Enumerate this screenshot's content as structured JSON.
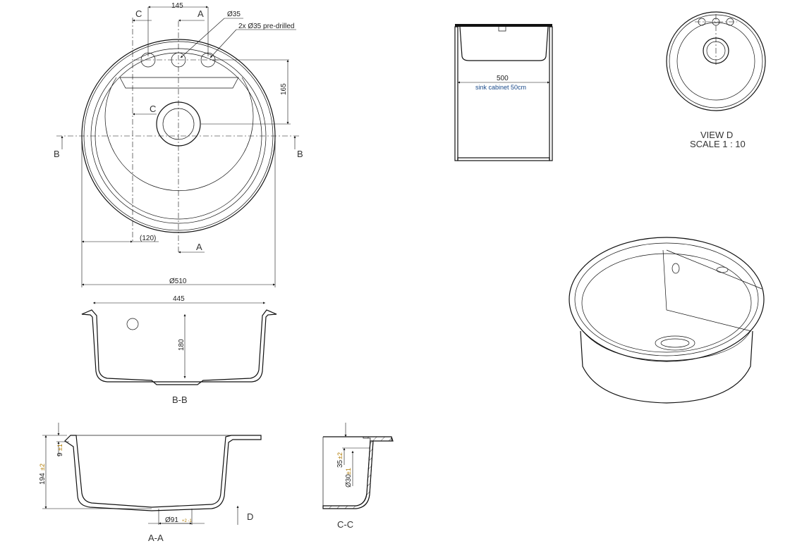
{
  "plan_view": {
    "section_c_label_top": "C",
    "dim_145": "145",
    "section_a_label_top": "A",
    "hole_dia": "Ø35",
    "predrilled_note": "2x Ø35 pre-drilled",
    "dim_165": "165",
    "section_c_label_mid": "C",
    "section_b_left": "B",
    "section_b_right": "B",
    "dim_120": "(120)",
    "section_a_label_bottom": "A",
    "dim_510": "Ø510"
  },
  "section_bb": {
    "dim_445": "445",
    "dim_180": "180",
    "title": "B-B"
  },
  "section_aa": {
    "dim_9": "9",
    "dim_9_tol": "±1",
    "dim_194": "194",
    "dim_194_tol": "±2",
    "dim_91": "Ø91",
    "dim_91_tol": "+2 -1",
    "view_d_arrow": "D",
    "title": "A-A"
  },
  "section_cc": {
    "dim_35": "35",
    "dim_35_tol": "±2",
    "dim_30": "Ø30",
    "dim_30_tol": "±1",
    "title": "C-C"
  },
  "cabinet_view": {
    "dim_500": "500",
    "note": "sink cabinet 50cm"
  },
  "view_d": {
    "title": "VIEW D",
    "scale": "SCALE 1 : 10"
  }
}
